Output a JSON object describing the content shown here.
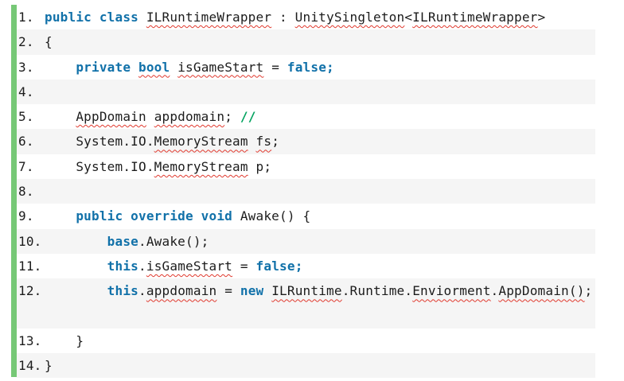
{
  "editor": {
    "language": "csharp",
    "colors": {
      "keyword": "#1171a9",
      "text": "#1c1c1c",
      "comment": "#00a25e",
      "squiggle": "#e0392e",
      "stripe": "#f5f5f5",
      "change_bar": "#76c876",
      "background": "#ffffff"
    },
    "lines": [
      {
        "number": "1.",
        "shade": false,
        "tokens": [
          {
            "type": "kw",
            "text": "public class "
          },
          {
            "type": "id",
            "text": "ILRuntimeWrapper",
            "squiggle": true
          },
          {
            "type": "id",
            "text": " : "
          },
          {
            "type": "id",
            "text": "UnitySingleton",
            "squiggle": true
          },
          {
            "type": "id",
            "text": "<"
          },
          {
            "type": "id",
            "text": "ILRuntimeWrapper",
            "squiggle": true
          },
          {
            "type": "id",
            "text": ">"
          }
        ]
      },
      {
        "number": "2.",
        "shade": true,
        "tokens": [
          {
            "type": "id",
            "text": "{"
          }
        ]
      },
      {
        "number": "3.",
        "shade": false,
        "tokens": [
          {
            "type": "id",
            "text": "    "
          },
          {
            "type": "kw",
            "text": "private "
          },
          {
            "type": "kw",
            "text": "bool",
            "squiggle": true
          },
          {
            "type": "id",
            "text": " "
          },
          {
            "type": "id",
            "text": "isGameStart",
            "squiggle": true
          },
          {
            "type": "id",
            "text": " = "
          },
          {
            "type": "kw",
            "text": "false;"
          }
        ]
      },
      {
        "number": "4.",
        "shade": true,
        "tokens": []
      },
      {
        "number": "5.",
        "shade": false,
        "tokens": [
          {
            "type": "id",
            "text": "    "
          },
          {
            "type": "id",
            "text": "AppDomain",
            "squiggle": true
          },
          {
            "type": "id",
            "text": " "
          },
          {
            "type": "id",
            "text": "appdomain",
            "squiggle": true
          },
          {
            "type": "id",
            "text": "; "
          },
          {
            "type": "cm",
            "text": "//"
          }
        ]
      },
      {
        "number": "6.",
        "shade": true,
        "tokens": [
          {
            "type": "id",
            "text": "    System.IO."
          },
          {
            "type": "id",
            "text": "MemoryStream",
            "squiggle": true
          },
          {
            "type": "id",
            "text": " "
          },
          {
            "type": "id",
            "text": "fs",
            "squiggle": true
          },
          {
            "type": "id",
            "text": ";"
          }
        ]
      },
      {
        "number": "7.",
        "shade": false,
        "tokens": [
          {
            "type": "id",
            "text": "    System.IO."
          },
          {
            "type": "id",
            "text": "MemoryStream",
            "squiggle": true
          },
          {
            "type": "id",
            "text": " p;"
          }
        ]
      },
      {
        "number": "8.",
        "shade": true,
        "tokens": []
      },
      {
        "number": "9.",
        "shade": false,
        "tokens": [
          {
            "type": "id",
            "text": "    "
          },
          {
            "type": "kw",
            "text": "public override void "
          },
          {
            "type": "id",
            "text": "Awake() {"
          }
        ]
      },
      {
        "number": "10.",
        "shade": true,
        "tokens": [
          {
            "type": "id",
            "text": "        "
          },
          {
            "type": "kw",
            "text": "base"
          },
          {
            "type": "id",
            "text": ".Awake();"
          }
        ]
      },
      {
        "number": "11.",
        "shade": false,
        "tokens": [
          {
            "type": "id",
            "text": "        "
          },
          {
            "type": "kw",
            "text": "this"
          },
          {
            "type": "id",
            "text": "."
          },
          {
            "type": "id",
            "text": "isGameStart",
            "squiggle": true
          },
          {
            "type": "id",
            "text": " = "
          },
          {
            "type": "kw",
            "text": "false;"
          }
        ]
      },
      {
        "number": "12.",
        "shade": true,
        "tokens": [
          {
            "type": "id",
            "text": "        "
          },
          {
            "type": "kw",
            "text": "this"
          },
          {
            "type": "id",
            "text": "."
          },
          {
            "type": "id",
            "text": "appdomain",
            "squiggle": true
          },
          {
            "type": "id",
            "text": " = "
          },
          {
            "type": "kw",
            "text": "new"
          },
          {
            "type": "id",
            "text": " "
          },
          {
            "type": "id",
            "text": "ILRuntime",
            "squiggle": true
          },
          {
            "type": "id",
            "text": ".Runtime."
          },
          {
            "type": "id",
            "text": "Enviorment",
            "squiggle": true
          },
          {
            "type": "id",
            "text": "."
          },
          {
            "type": "id",
            "text": "AppDomain()",
            "squiggle": true
          },
          {
            "type": "id",
            "text": ";"
          }
        ]
      },
      {
        "number": "",
        "shade": true,
        "tokens": []
      },
      {
        "number": "13.",
        "shade": false,
        "tokens": [
          {
            "type": "id",
            "text": "    }"
          }
        ]
      },
      {
        "number": "14.",
        "shade": true,
        "tokens": [
          {
            "type": "id",
            "text": "}"
          }
        ]
      }
    ]
  }
}
